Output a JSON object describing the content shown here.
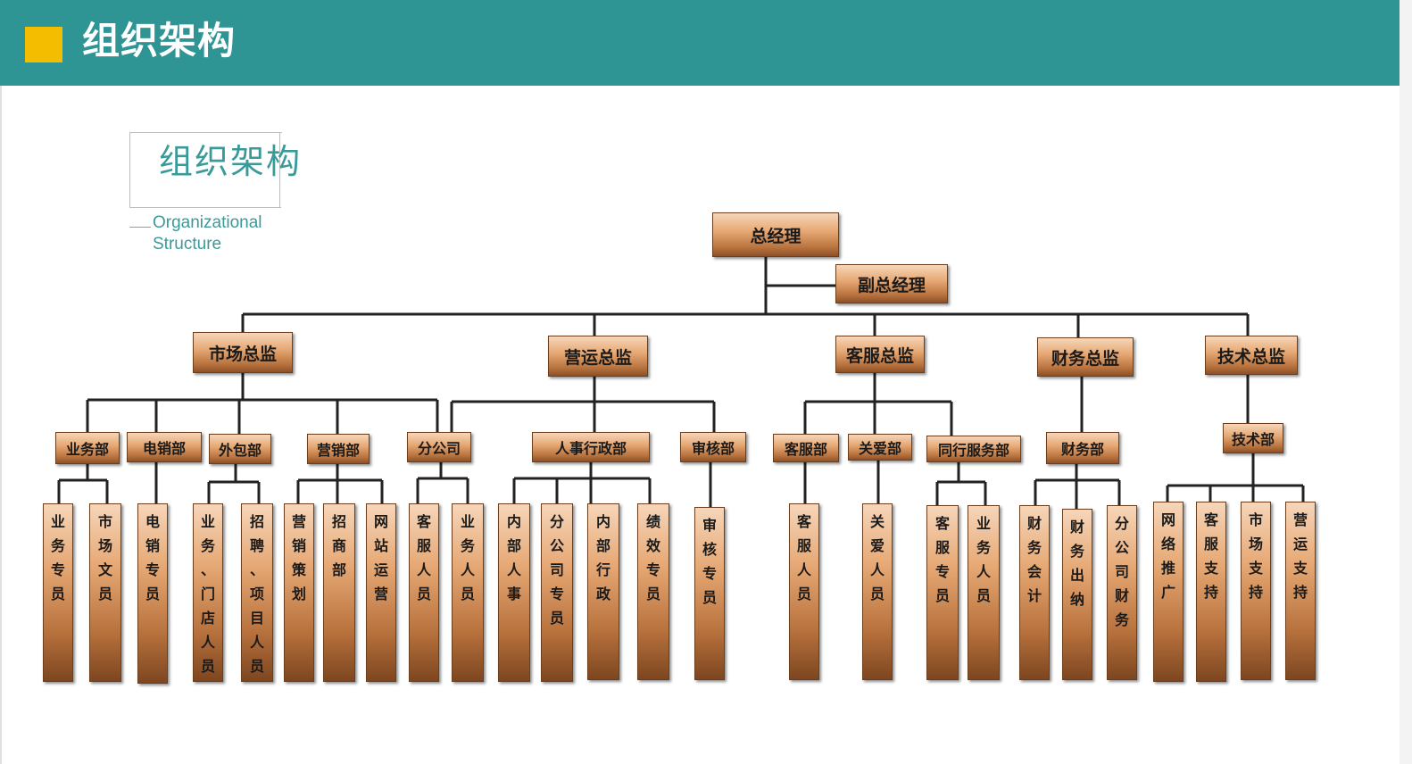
{
  "header": {
    "title": "组织架构",
    "accent_color": "#f5bd00",
    "bar_color": "#2e9494"
  },
  "subtitle": {
    "cn": "组织架构",
    "en_line1": "Organizational",
    "en_line2": "Structure",
    "color": "#3a9a9a"
  },
  "org": {
    "ceo": "总经理",
    "deputy": "副总经理",
    "directors": [
      {
        "name": "市场总监",
        "departments": [
          {
            "name": "业务部",
            "roles": [
              "业务专员",
              "市场文员"
            ]
          },
          {
            "name": "电销部",
            "roles": [
              "电销专员"
            ]
          },
          {
            "name": "外包部",
            "roles": [
              "业务、门店人员",
              "招聘、项目人员"
            ]
          },
          {
            "name": "营销部",
            "roles": [
              "营销策划",
              "招商部",
              "网站运营"
            ]
          },
          {
            "name": "分公司",
            "roles": [
              "客服人员",
              "业务人员"
            ]
          }
        ]
      },
      {
        "name": "营运总监",
        "departments": [
          {
            "name": "人事行政部",
            "roles": [
              "内部人事",
              "分公司专员",
              "内部行政",
              "绩效专员"
            ]
          },
          {
            "name": "审核部",
            "roles": [
              "审核专员"
            ]
          }
        ]
      },
      {
        "name": "客服总监",
        "departments": [
          {
            "name": "客服部",
            "roles": [
              "客服人员"
            ]
          },
          {
            "name": "关爱部",
            "roles": [
              "关爱人员"
            ]
          },
          {
            "name": "同行服务部",
            "roles": [
              "客服专员",
              "业务人员"
            ]
          }
        ]
      },
      {
        "name": "财务总监",
        "departments": [
          {
            "name": "财务部",
            "roles": [
              "财务会计",
              "财务出纳",
              "分公司财务"
            ]
          }
        ]
      },
      {
        "name": "技术总监",
        "departments": [
          {
            "name": "技术部",
            "roles": [
              "网络推广",
              "客服支持",
              "市场支持",
              "营运支持"
            ]
          }
        ]
      }
    ]
  }
}
